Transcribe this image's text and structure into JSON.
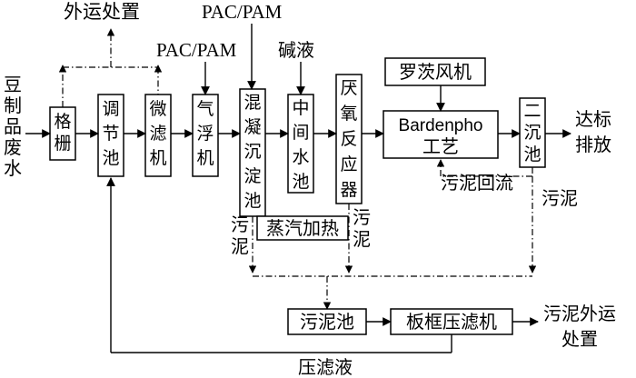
{
  "units": {
    "screen": "格栅",
    "equalization_tank": "调节池",
    "microfilter": "微滤机",
    "air_flotation": "气浮机",
    "coag_sed_tank": "混凝沉淀池",
    "intermediate_tank": "中间水池",
    "anaerobic_reactor": "厌氧反应器",
    "bardenpho_line1": "Bardenpho",
    "bardenpho_line2": "工艺",
    "roots_blower": "罗茨风机",
    "secondary_clarifier": "二沉池",
    "sludge_tank": "污泥池",
    "plate_filter_press": "板框压滤机",
    "steam_heating": "蒸汽加热"
  },
  "labels": {
    "influent": "豆制品废水",
    "offsite_disposal": "外运处置",
    "pac_pam_top": "PAC/PAM",
    "pac_pam_mid": "PAC/PAM",
    "alkali": "碱液",
    "effluent": "达标排放",
    "sludge_return": "污泥回流",
    "sludge_right": "污泥",
    "sludge_left": "污泥",
    "sludge_mid": "污泥",
    "sludge_offsite": "污泥外运处置",
    "filtrate": "压滤液"
  }
}
